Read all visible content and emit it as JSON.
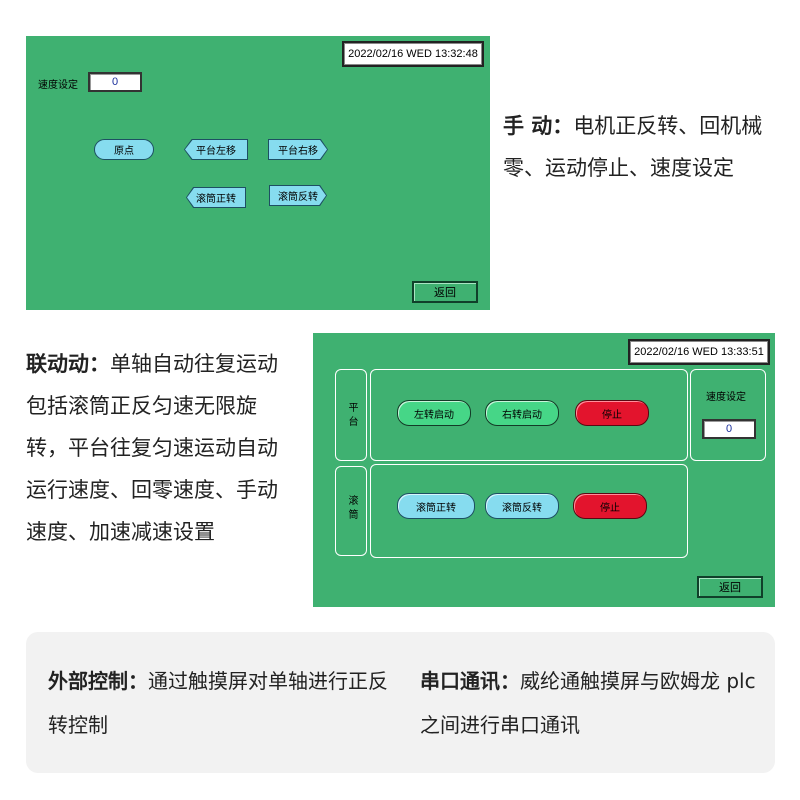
{
  "manual_screen": {
    "datetime": "2022/02/16 WED 13:32:48",
    "speed_label": "速度设定",
    "speed_value": "0",
    "btn_origin": "原点",
    "btn_platform_left": "平台左移",
    "btn_platform_right": "平台右移",
    "btn_drum_forward": "滚筒正转",
    "btn_drum_reverse": "滚筒反转",
    "btn_back": "返回"
  },
  "linkage_screen": {
    "datetime": "2022/02/16 WED 13:33:51",
    "platform_label": "平台",
    "drum_label": "滚筒",
    "btn_left_start": "左转启动",
    "btn_right_start": "右转启动",
    "btn_platform_stop": "停止",
    "btn_drum_forward": "滚筒正转",
    "btn_drum_reverse": "滚筒反转",
    "btn_drum_stop": "停止",
    "speed_label": "速度设定",
    "speed_value": "0",
    "btn_back": "返回"
  },
  "descriptions": {
    "manual_title": "手 动：",
    "manual_text": "电机正反转、回机械零、运动停止、速度设定",
    "linkage_title": "联动动：",
    "linkage_text": "单轴自动往复运动包括滚筒正反匀速无限旋转，平台往复匀速运动自动 运行速度、回零速度、手动速度、加速减速设置"
  },
  "footer": {
    "external_title": "外部控制：",
    "external_text": "通过触摸屏对单轴进行正反转控制",
    "serial_title": "串口通讯：",
    "serial_text": "威纶通触摸屏与欧姆龙 plc 之间进行串口通讯"
  },
  "colors": {
    "hmi_green": "#3fb171",
    "btn_cyan": "#86dcef",
    "btn_green": "#46d687",
    "btn_red": "#e3142d"
  }
}
